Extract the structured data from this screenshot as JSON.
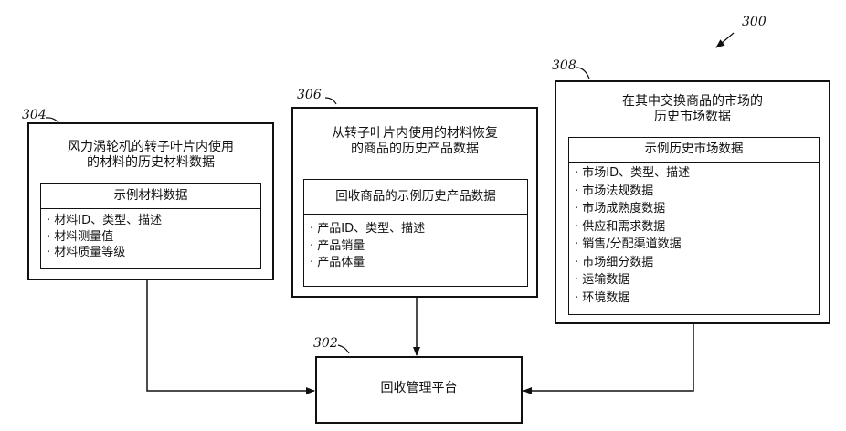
{
  "figure_ref": "300",
  "platform": {
    "ref": "302",
    "label": "回收管理平台"
  },
  "materials": {
    "ref": "304",
    "title": "风力涡轮机的转子叶片内使用\n的材料的历史材料数据",
    "example_header": "示例材料数据",
    "items": [
      "材料ID、类型、描述",
      "材料测量值",
      "材料质量等级"
    ]
  },
  "products": {
    "ref": "306",
    "title": "从转子叶片内使用的材料恢复\n的商品的历史产品数据",
    "example_header": "回收商品的示例历史产品数据",
    "items": [
      "产品ID、类型、描述",
      "产品销量",
      "产品体量"
    ]
  },
  "market": {
    "ref": "308",
    "title": "在其中交换商品的市场的\n历史市场数据",
    "example_header": "示例历史市场数据",
    "items": [
      "市场ID、类型、描述",
      "市场法规数据",
      "市场成熟度数据",
      "供应和需求数据",
      "销售/分配渠道数据",
      "市场细分数据",
      "运输数据",
      "环境数据"
    ]
  }
}
